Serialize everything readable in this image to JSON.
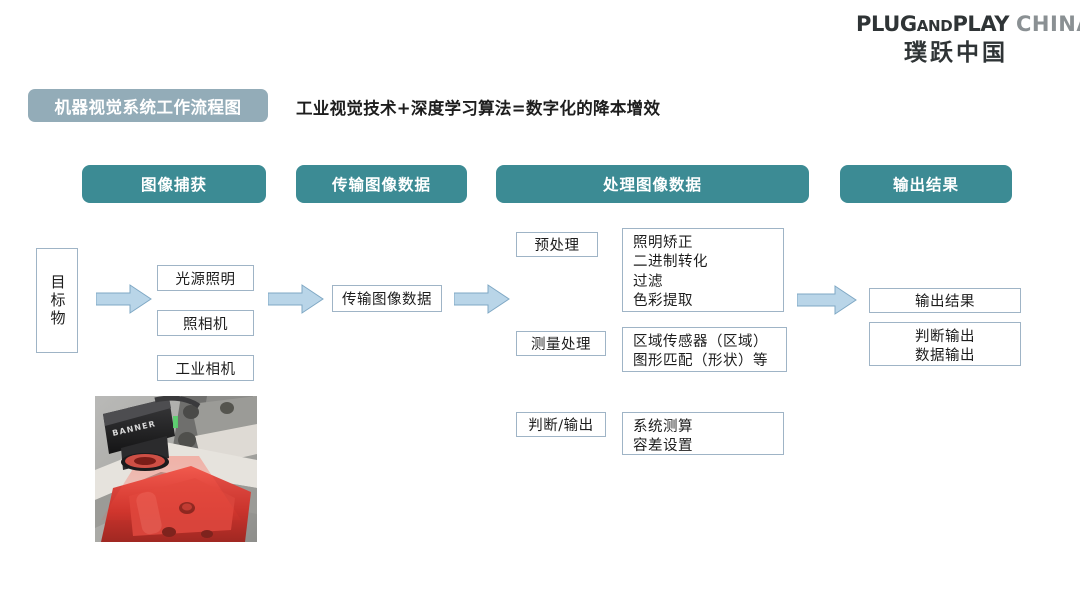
{
  "brand": {
    "name_plug": "PLUG",
    "name_and": "AND",
    "name_play": "PLAY",
    "name_region": "CHINA",
    "name_cn": "璞跃中国"
  },
  "header": {
    "badge_title": "机器视觉系统工作流程图",
    "subtitle": "工业视觉技术+深度学习算法=数字化的降本增效"
  },
  "stages": [
    {
      "label": "图像捕获"
    },
    {
      "label": "传输图像数据"
    },
    {
      "label": "处理图像数据"
    },
    {
      "label": "输出结果"
    }
  ],
  "flow": {
    "target_object": "目标物",
    "capture_items": [
      {
        "label": "光源照明"
      },
      {
        "label": "照相机"
      },
      {
        "label": "工业相机"
      }
    ],
    "transmit_box": "传输图像数据",
    "process_rows": [
      {
        "step": "预处理",
        "details": [
          "照明矫正",
          "二进制转化",
          "过滤",
          "色彩提取"
        ]
      },
      {
        "step": "测量处理",
        "details": [
          "区域传感器（区域）",
          "图形匹配（形状）等"
        ]
      },
      {
        "step": "判断/输出",
        "details": [
          "系统测算",
          "容差设置"
        ]
      }
    ],
    "output_box": "输出结果",
    "output_details": [
      "判断输出",
      "数据输出"
    ]
  },
  "photo": {
    "caption": "machine-vision-sensor-photo",
    "brand_text": "BANNER"
  },
  "colors": {
    "teal": "#3c8b94",
    "badge_blue_gray": "#93acb8",
    "arrow_fill": "#b9d5e8",
    "arrow_stroke": "#7fa8c4",
    "box_border": "#9fb4c6",
    "text": "#1d1d1d"
  }
}
